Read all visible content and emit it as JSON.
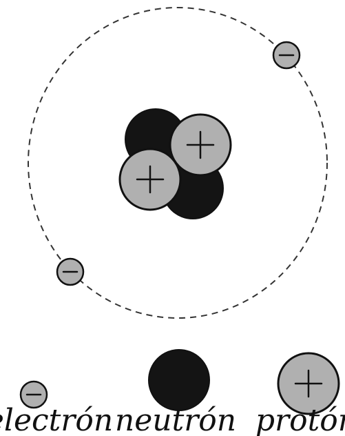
{
  "diagram": {
    "nucleus": {
      "neutron_count": 2,
      "proton_count": 2
    },
    "orbit_electrons": 2,
    "legend": {
      "electron_label": "electrón",
      "neutron_label": "neutrón",
      "proton_label": "protón"
    },
    "colors": {
      "particle_gray": "#b0b0b0",
      "neutron_black": "#141414",
      "outline": "#111111",
      "orbit": "#333333"
    }
  }
}
